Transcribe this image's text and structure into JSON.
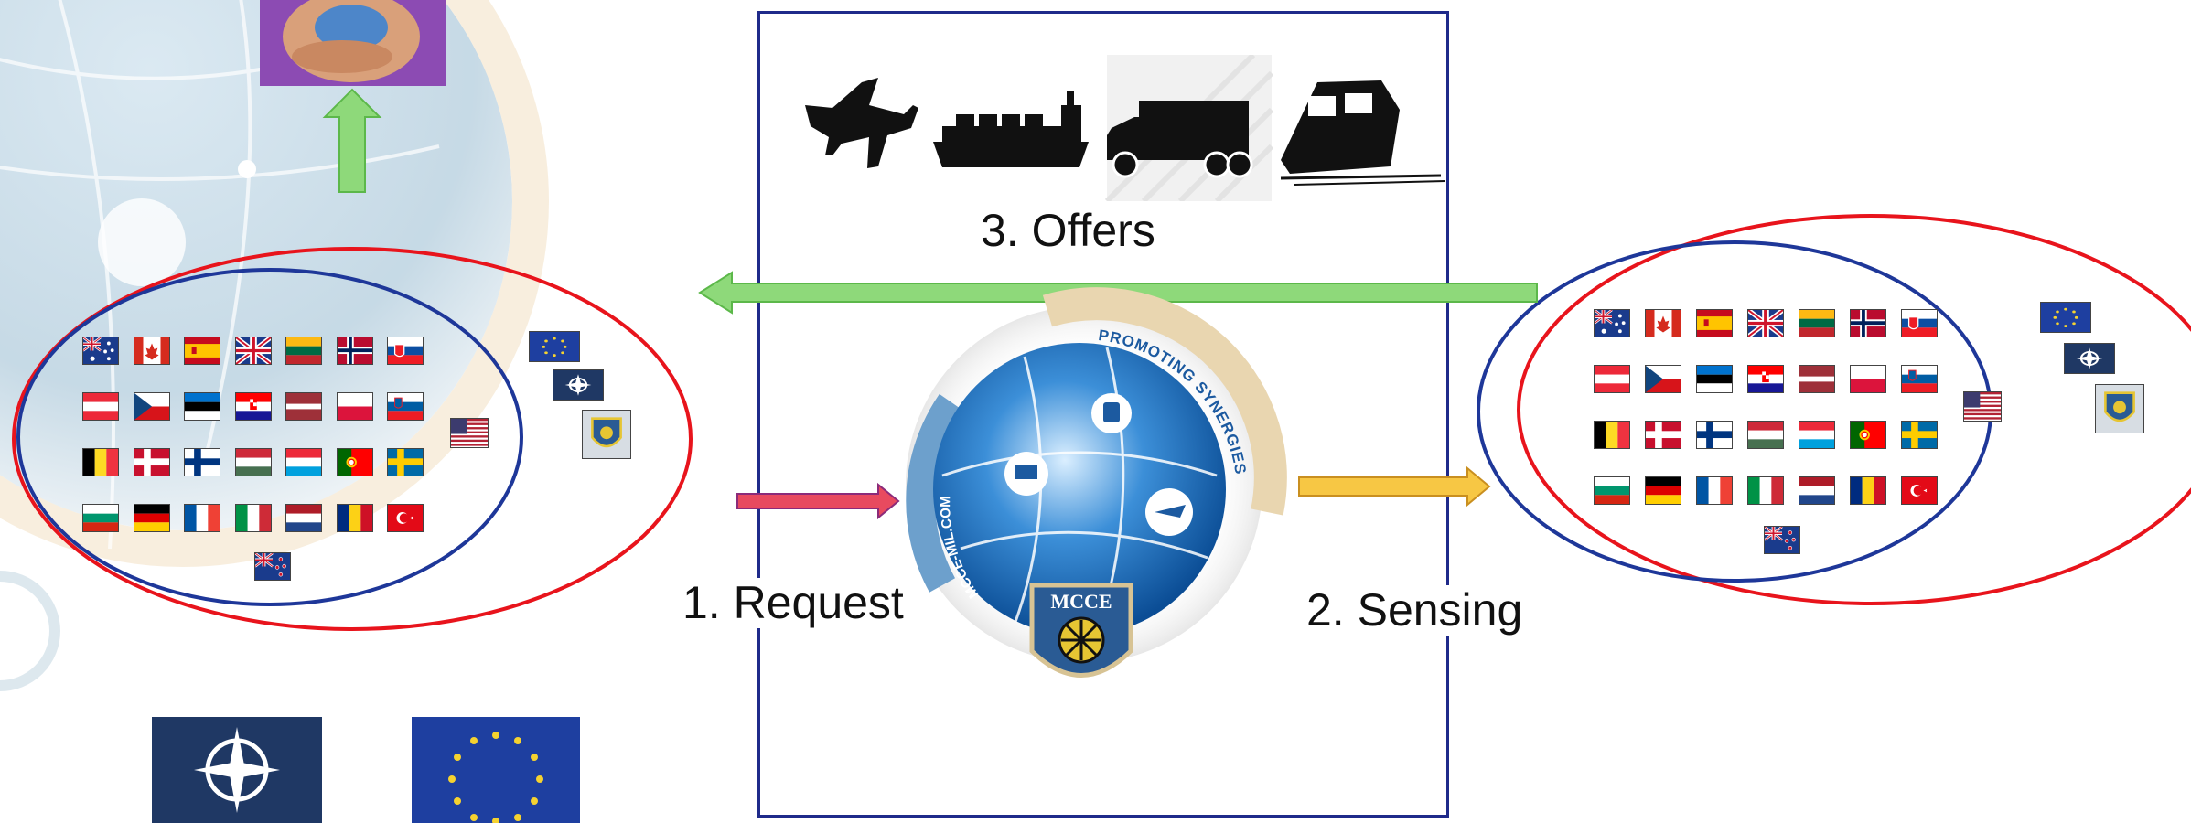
{
  "labels": {
    "request": "1. Request",
    "sensing": "2. Sensing",
    "offers": "3. Offers"
  },
  "logo": {
    "ring_text": "PROMOTING SYNERGIES",
    "side_text": "MCCE-MIL.COM",
    "shield_text": "MCCE"
  },
  "colors": {
    "ellipse_outer": "#e8141c",
    "ellipse_inner": "#1e3799",
    "box_border": "#1f2a8a",
    "arrow_request": "#e84a5f",
    "arrow_sensing": "#f7c744",
    "arrow_offers": "#8ed97a",
    "arrow_up": "#8ed97a"
  },
  "icons": [
    "airplane-icon",
    "cargo-ship-icon",
    "truck-icon",
    "train-icon"
  ],
  "flag_rows": [
    [
      "australia",
      "canada",
      "spain",
      "uk",
      "lithuania",
      "norway",
      "slovakia"
    ],
    [
      "austria",
      "czech",
      "estonia",
      "croatia",
      "latvia",
      "poland",
      "slovenia"
    ],
    [
      "belgium",
      "denmark",
      "finland",
      "hungary",
      "luxembourg",
      "portugal",
      "sweden"
    ],
    [
      "bulgaria",
      "germany",
      "france",
      "italy",
      "netherlands",
      "romania",
      "turkey"
    ],
    [
      "new-zealand"
    ]
  ],
  "side_emblems": [
    "eu",
    "nato",
    "mcce-crest",
    "usa"
  ]
}
